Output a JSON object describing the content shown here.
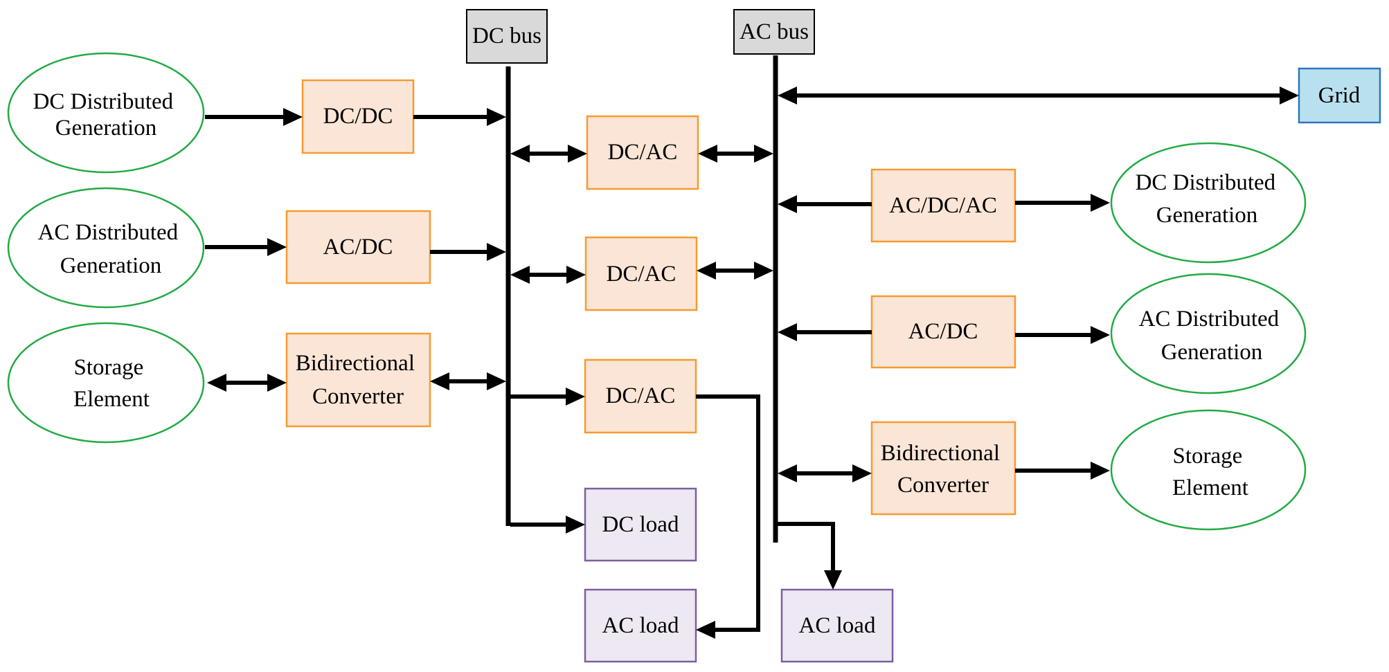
{
  "buses": {
    "dc_bus": "DC bus",
    "ac_bus": "AC bus"
  },
  "grid": "Grid",
  "left_sources": {
    "dc_generation": [
      "DC Distributed",
      "Generation"
    ],
    "ac_generation": [
      "AC Distributed",
      "Generation"
    ],
    "storage": [
      "Storage",
      "Element"
    ]
  },
  "left_converters": {
    "dcdc": "DC/DC",
    "acdc": "AC/DC",
    "bidirectional": [
      "Bidirectional",
      "Converter"
    ]
  },
  "tie_converters": {
    "dcac_1": "DC/AC",
    "dcac_2": "DC/AC",
    "dcac_3": "DC/AC"
  },
  "loads": {
    "dc_load": "DC load",
    "ac_load_left": "AC load",
    "ac_load_right": "AC load"
  },
  "right_converters": {
    "acdcac": "AC/DC/AC",
    "acdc": "AC/DC",
    "bidirectional": [
      "Bidirectional",
      "Converter"
    ]
  },
  "right_sources": {
    "dc_generation": [
      "DC Distributed",
      "Generation"
    ],
    "ac_generation": [
      "AC Distributed",
      "Generation"
    ],
    "storage": [
      "Storage",
      "Element"
    ]
  },
  "colors": {
    "converter_fill": "#FBE5D6",
    "converter_stroke": "#F79A2E",
    "source_stroke": "#22AA44",
    "load_fill": "#EDE8F2",
    "load_stroke": "#7B5FA0",
    "bus_fill": "#D9D9D9",
    "grid_fill": "#B9E0EE",
    "grid_stroke": "#2E74C0"
  }
}
